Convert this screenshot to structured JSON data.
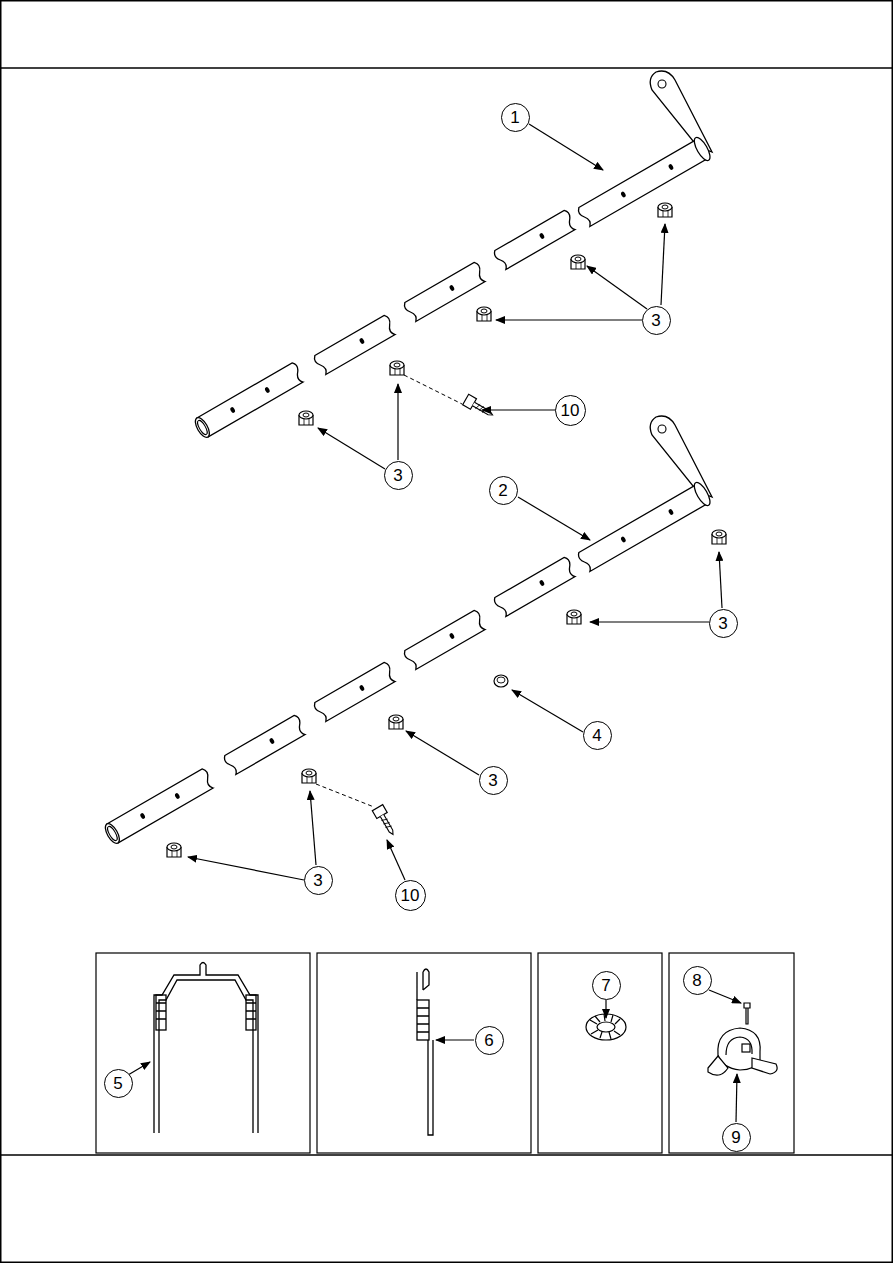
{
  "diagram": {
    "nodes": [
      {
        "text": [
          "1"
        ]
      },
      {
        "text": [
          "3"
        ]
      },
      {
        "text": [
          "10"
        ]
      },
      {
        "text": [
          "3"
        ]
      },
      {
        "text": [
          "2"
        ]
      },
      {
        "text": [
          "3"
        ]
      },
      {
        "text": [
          "4"
        ]
      },
      {
        "text": [
          "3"
        ]
      },
      {
        "text": [
          "3"
        ]
      },
      {
        "text": [
          "10"
        ]
      },
      {
        "text": [
          "7"
        ]
      },
      {
        "text": [
          "8"
        ]
      },
      {
        "text": [
          "5"
        ]
      },
      {
        "text": [
          "6"
        ]
      },
      {
        "text": [
          "9"
        ]
      }
    ]
  }
}
